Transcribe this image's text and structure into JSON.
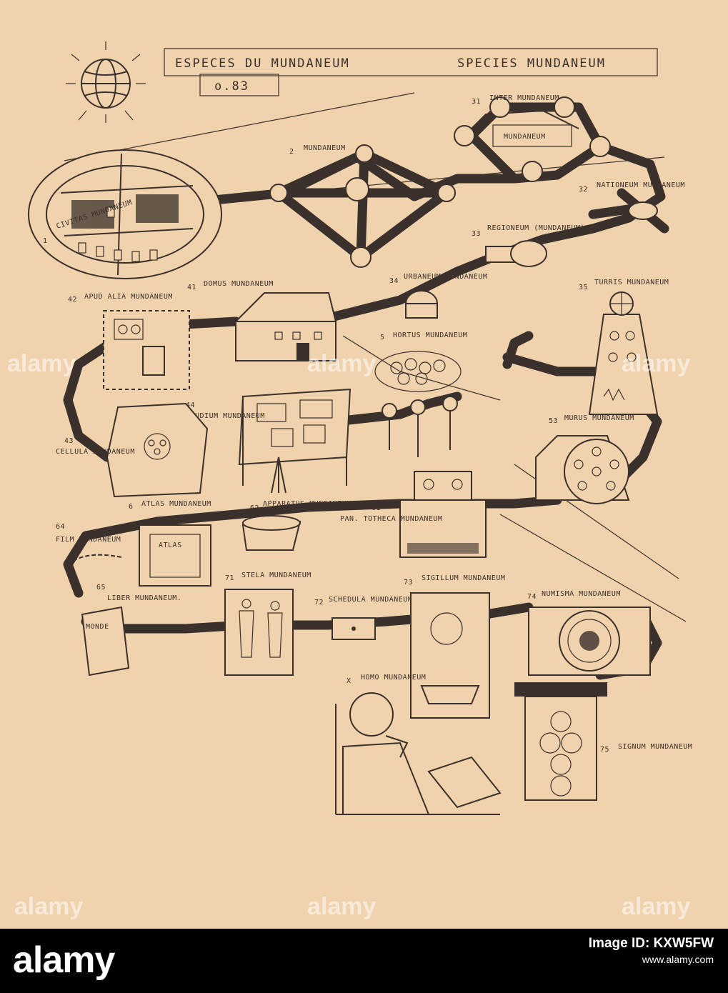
{
  "header": {
    "title_left": "ESPECES DU MUNDANEUM",
    "title_right": "SPECIES MUNDANEUM",
    "number": "o.83"
  },
  "labels": {
    "civitas": "CIVITAS MUNDANEUM",
    "civitas_num": "1",
    "mundaneum": "MUNDANEUM",
    "mundaneum_num": "2",
    "inter": "INTER MUNDANEUM",
    "inter_num": "31",
    "inter_center": "MUNDANEUM",
    "nationeum": "NATIONEUM MUNDANEUM",
    "nationeum_num": "32",
    "regioneum": "REGIONEUM (MUNDANEUM)",
    "regioneum_num": "33",
    "urbaneum": "URBANEUM MUNDANEUM",
    "urbaneum_num": "34",
    "turris": "TURRIS MUNDANEUM",
    "turris_num": "35",
    "domus": "DOMUS MUNDANEUM",
    "domus_num": "41",
    "apud_alia": "APUD ALIA MUNDANEUM",
    "apud_alia_num": "42",
    "hortus": "HORTUS MUNDANEUM",
    "hortus_num": "5",
    "studium": "STUDIUM MUNDANEUM",
    "studium_num": "44",
    "cellula": "CELLULA MUNDANEUM",
    "cellula_num": "43",
    "murus": "MURUS MUNDANEUM",
    "murus_num": "53",
    "pantotheca": "PAN. TOTHECA MUNDANEUM",
    "pantotheca_num": "61",
    "atlas": "ATLAS MUNDANEUM",
    "atlas_num": "6",
    "atlas_book": "ATLAS",
    "apparatus": "APPARATUS MUNDANEUM",
    "apparatus_num": "62",
    "film": "FILM MUNDANEUM",
    "film_num": "64",
    "liber": "LIBER MUNDANEUM.",
    "liber_num": "65",
    "liber_book": "MONDE",
    "stela": "STELA MUNDANEUM",
    "stela_num": "71",
    "schedula": "SCHEDULA MUNDANEUM",
    "schedula_num": "72",
    "sigillum": "SIGILLUM MUNDANEUM",
    "sigillum_num": "73",
    "numisma": "NUMISMA MUNDANEUM",
    "numisma_num": "74",
    "signum": "SIGNUM MUNDANEUM",
    "signum_num": "75",
    "homo": "HOMO MUNDANEUM",
    "homo_num": "X"
  },
  "watermark": {
    "text": "alamy"
  },
  "footer": {
    "logo": "alamy",
    "image_id_label": "Image ID: KXW5FW",
    "site": "www.alamy.com"
  },
  "colors": {
    "paper": "#f0d2ad",
    "ink": "#3a302c",
    "footer_bg": "#000000"
  }
}
